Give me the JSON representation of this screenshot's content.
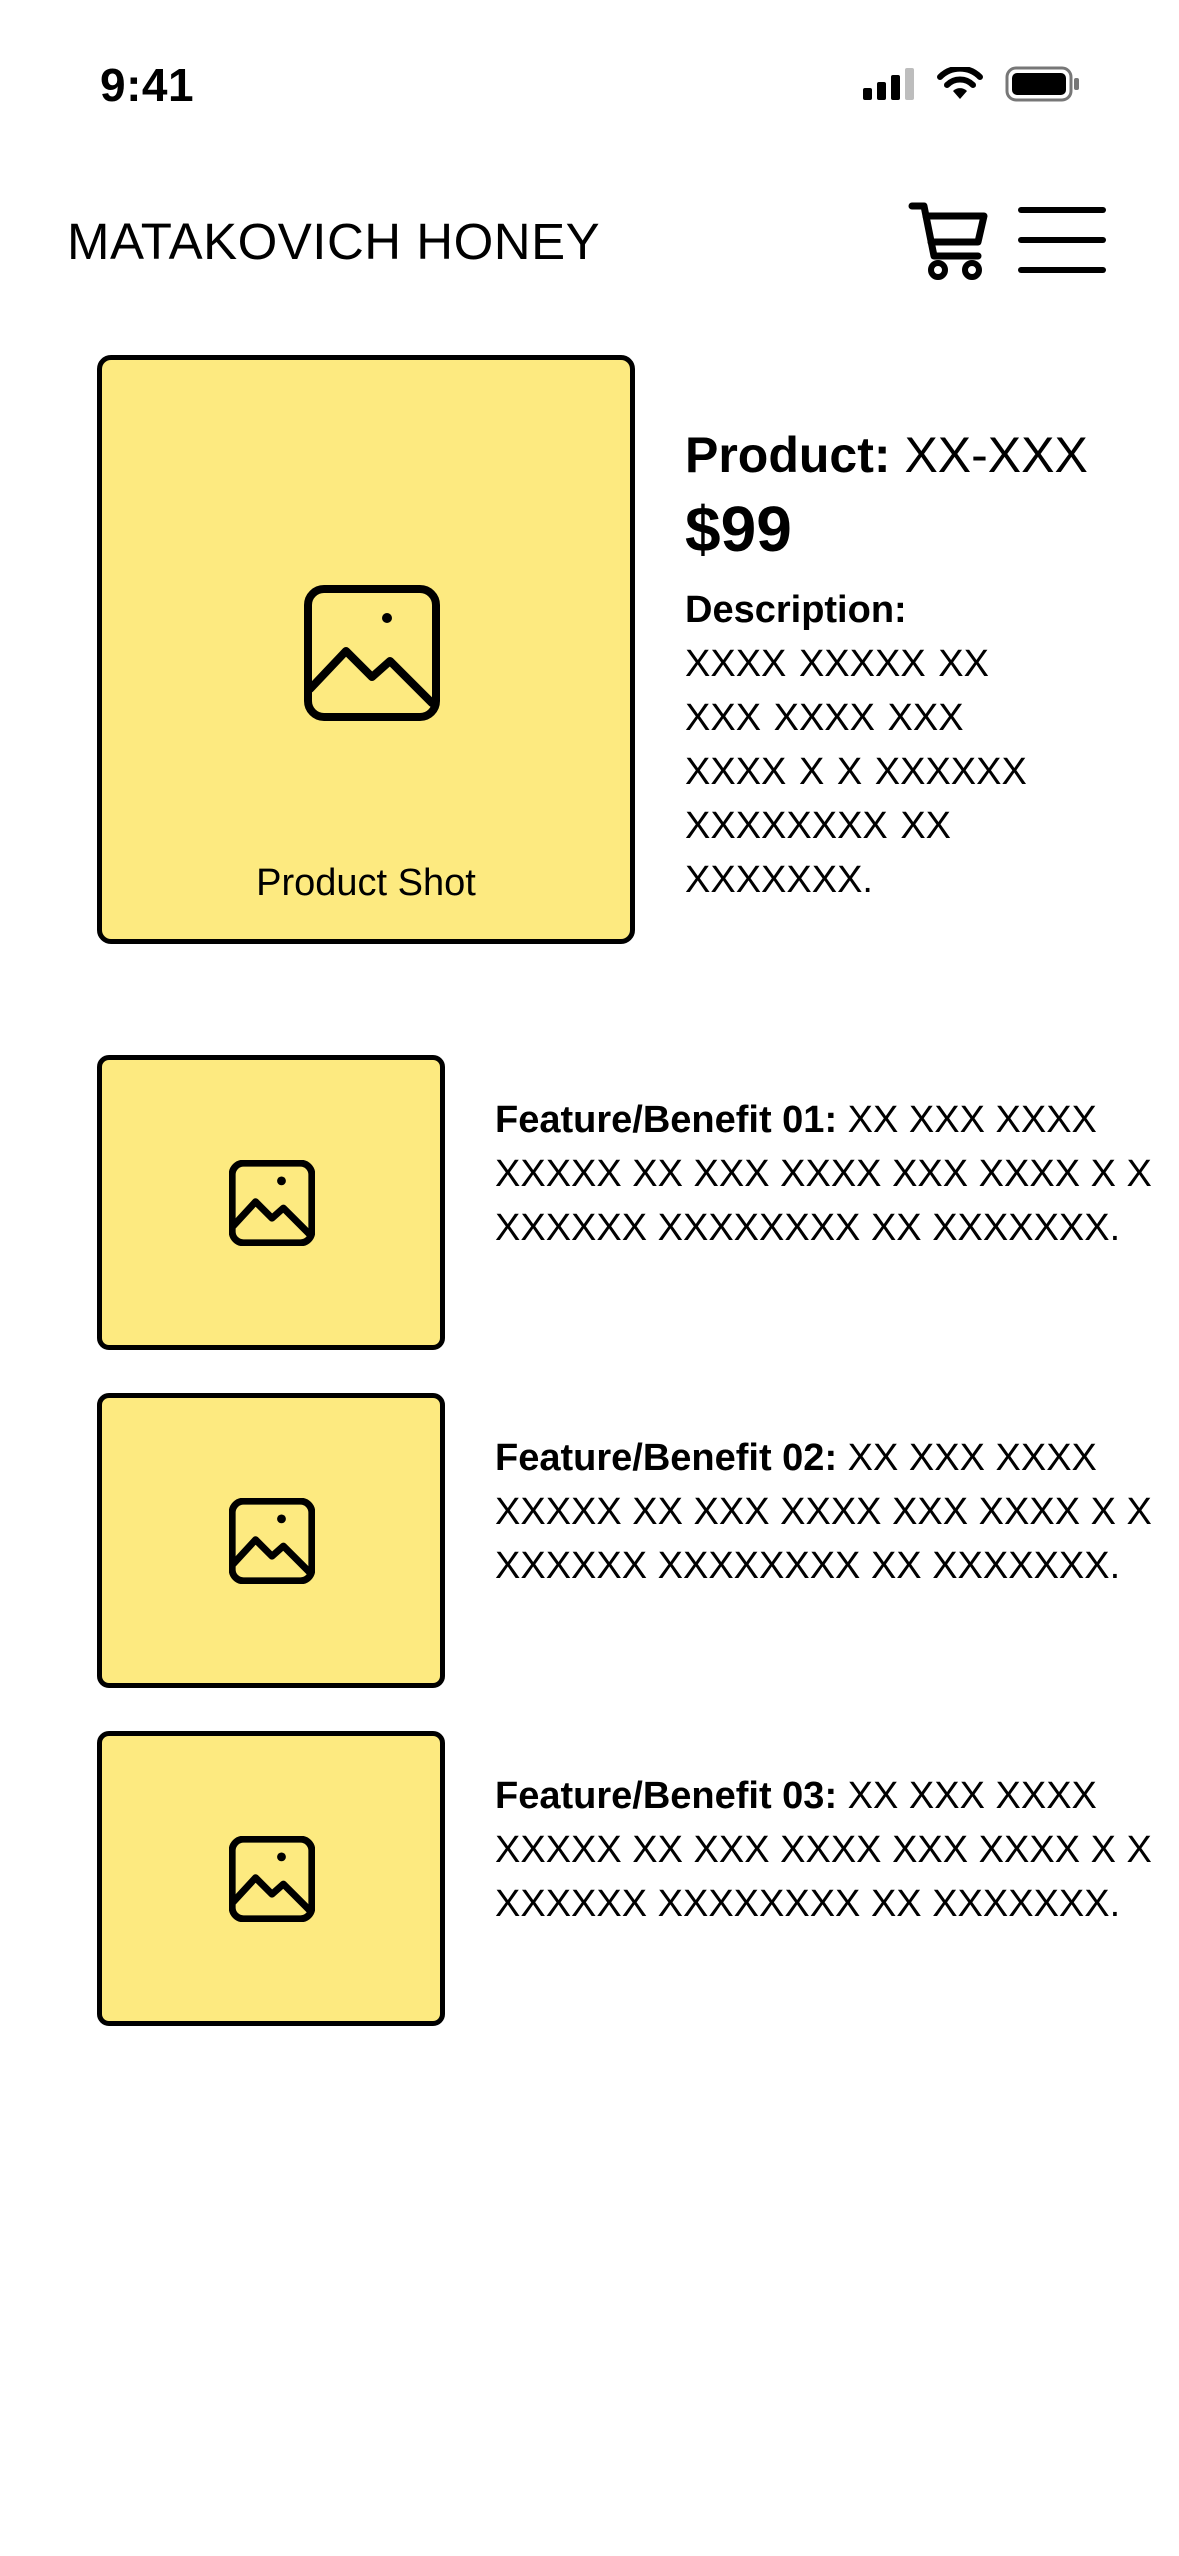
{
  "status_bar": {
    "time": "9:41",
    "icons": [
      "cellular-signal-icon",
      "wifi-icon",
      "battery-icon"
    ]
  },
  "header": {
    "brand": "MATAKOVICH HONEY",
    "icons": [
      "cart-icon",
      "hamburger-menu-icon"
    ]
  },
  "product": {
    "image_caption": "Product Shot",
    "image_icon": "image-placeholder-icon",
    "product_label": "Product:",
    "product_code": "XX-XXX",
    "price": "$99",
    "description_label": "Description:",
    "description_text": "XXXX XXXXX XX XXX XXXX XXX XXXX X X XXXXXX XXXXXXXX XX XXXXXXX."
  },
  "features": [
    {
      "label": "Feature/Benefit 01:",
      "text": "XX XXX XXXX XXXXX XX XXX XXXX XXX XXXX X X XXXXXX XXXXXXXX XX XXXXXXX.",
      "image_icon": "image-placeholder-icon"
    },
    {
      "label": "Feature/Benefit 02:",
      "text": "XX XXX XXXX XXXXX XX XXX XXXX XXX XXXX X X XXXXXX XXXXXXXX XX XXXXXXX.",
      "image_icon": "image-placeholder-icon"
    },
    {
      "label": "Feature/Benefit 03:",
      "text": "XX XXX XXXX XXXXX XX XXX XXXX XXX XXXX X X XXXXXX XXXXXXXX XX XXXXXXX.",
      "image_icon": "image-placeholder-icon"
    }
  ],
  "colors": {
    "placeholder_fill": "#fdea80",
    "text": "#000000",
    "background": "#ffffff"
  }
}
